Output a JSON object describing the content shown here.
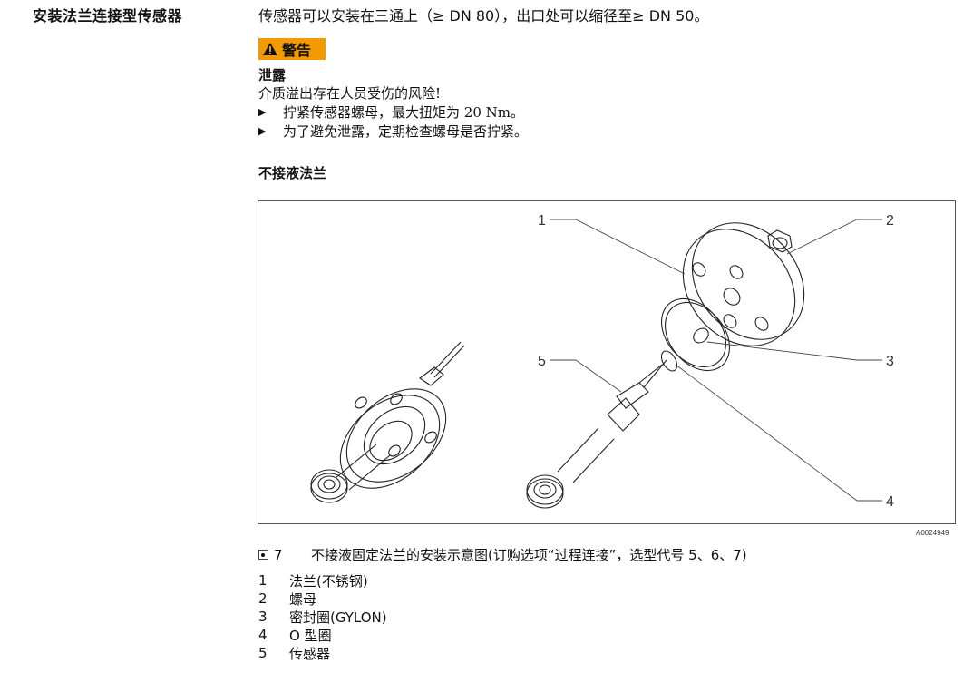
{
  "section": {
    "side_heading": "安装法兰连接型传感器",
    "intro": "传感器可以安装在三通上（≥ DN 80），出口处可以缩径至≥ DN 50。"
  },
  "warning": {
    "badge_label": "警告",
    "badge_color": "#f39a00",
    "icon": "warning-triangle-icon",
    "title": "泄露",
    "text": "介质溢出存在人员受伤的风险!",
    "actions": [
      "拧紧传感器螺母，最大扭矩为 20 Nm。",
      "为了避免泄露，定期检查螺母是否拧紧。"
    ],
    "bullet_glyph": "▶"
  },
  "subsection": {
    "heading": "不接液法兰"
  },
  "figure": {
    "id": "A0024949",
    "callouts": [
      "1",
      "2",
      "3",
      "4",
      "5"
    ],
    "caption_number": "7",
    "caption_icon": "figure-icon",
    "caption_text": "不接液固定法兰的安装示意图(订购选项“过程连接”，选型代号 5、6、7)"
  },
  "legend": [
    {
      "num": "1",
      "label": "法兰(不锈钢)"
    },
    {
      "num": "2",
      "label": "螺母"
    },
    {
      "num": "3",
      "label": "密封圈(GYLON)"
    },
    {
      "num": "4",
      "label": "O 型圈"
    },
    {
      "num": "5",
      "label": "传感器"
    }
  ]
}
